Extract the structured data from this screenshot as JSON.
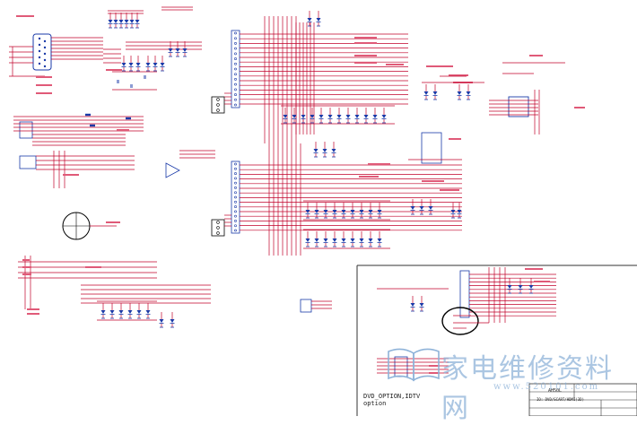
{
  "schematic": {
    "title_block": {
      "model": "AH50L",
      "sheet_title": "IO: DVD/SCART/HDMI(3D)",
      "note": "DVD_OPTION,IDTV\noption"
    },
    "watermark": {
      "brand_cn": "家电维修资料网",
      "url": "www.520101.com"
    },
    "colors": {
      "wire": "#c0002a",
      "part": "#1a3aa8",
      "border": "#333333",
      "highlight": "#000000"
    }
  }
}
